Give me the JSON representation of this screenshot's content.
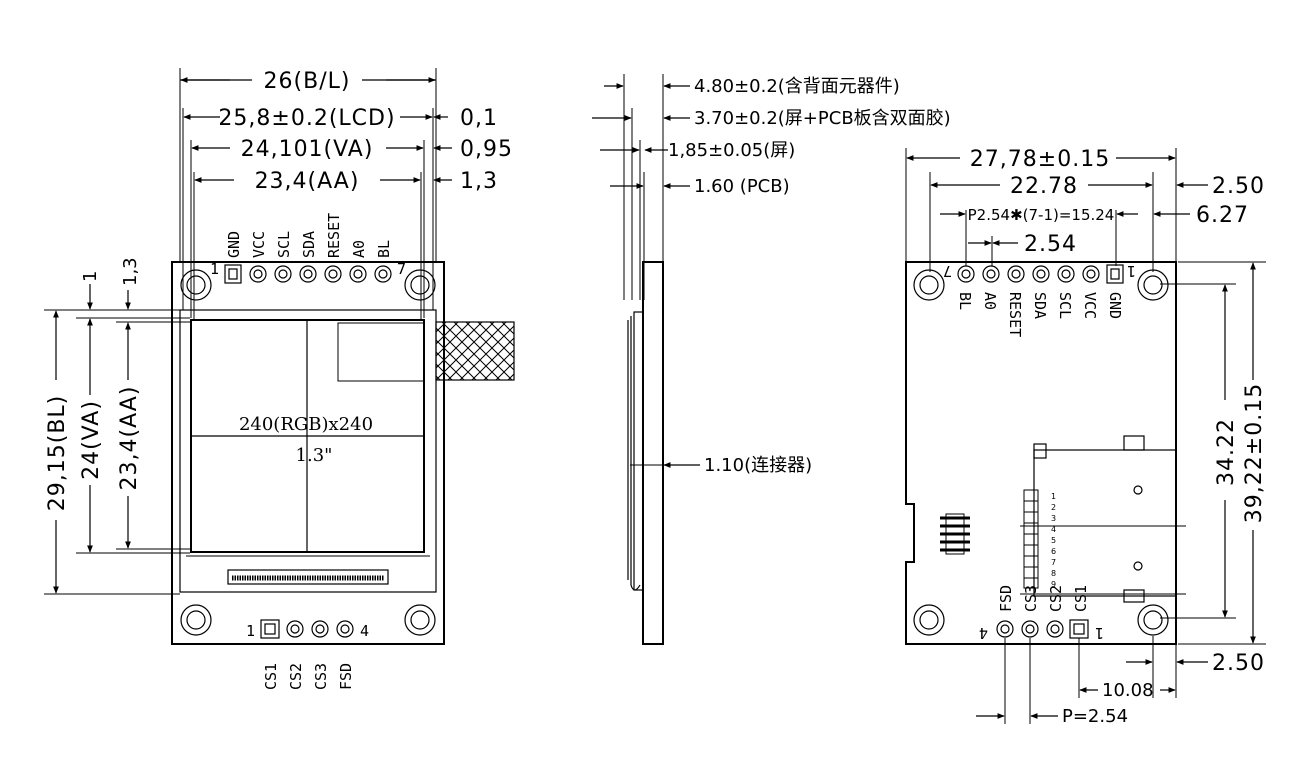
{
  "front": {
    "dims": {
      "bl_width": "26(B/L)",
      "lcd_width": "25,8±0.2(LCD)",
      "va_width": "24,101(VA)",
      "aa_width": "23,4(AA)",
      "offset_01": "0,1",
      "offset_095": "0,95",
      "offset_13": "1,3",
      "bl_height": "29,15(BL)",
      "va_height": "24(VA)",
      "aa_height": "23,4(AA)",
      "left_1": "1",
      "left_13": "1,3"
    },
    "top_pins": [
      "GND",
      "VCC",
      "SCL",
      "SDA",
      "RESET",
      "A0",
      "BL"
    ],
    "top_pin_first": "1",
    "top_pin_last": "7",
    "resolution": "240(RGB)x240",
    "diagonal": "1.3\"",
    "bottom_pins": [
      "CS1",
      "CS2",
      "CS3",
      "FSD"
    ],
    "bottom_pin_first": "1",
    "bottom_pin_last": "4"
  },
  "side": {
    "dims": {
      "total": "4.80±0.2(含背面元器件)",
      "screen_pcb": "3.70±0.2(屏+PCB板含双面胶)",
      "screen": "1,85±0.05(屏)",
      "pcb": "1.60 (PCB)",
      "connector": "1.10(连接器)"
    }
  },
  "back": {
    "dims": {
      "width": "27,78±0.15",
      "hole_span": "22.78",
      "right_edge": "2.50",
      "pitch_span": "P2.54✱(7-1)=15.24",
      "right_pin": "6.27",
      "pitch": "2.54",
      "hole_vert": "34.22",
      "height": "39,22±0.15",
      "bottom_edge": "2.50",
      "pin_offset": "10.08",
      "bottom_pitch": "P=2.54"
    },
    "top_pins": [
      "BL",
      "A0",
      "RESET",
      "SDA",
      "SCL",
      "VCC",
      "GND"
    ],
    "top_pin_first": "7",
    "top_pin_last": "1",
    "sd_pin_numbers": [
      "1",
      "2",
      "3",
      "4",
      "5",
      "6",
      "7",
      "8",
      "9"
    ],
    "bottom_pins": [
      "FSD",
      "CS3",
      "CS2",
      "CS1"
    ],
    "bottom_pin_first": "4",
    "bottom_pin_last": "1"
  }
}
